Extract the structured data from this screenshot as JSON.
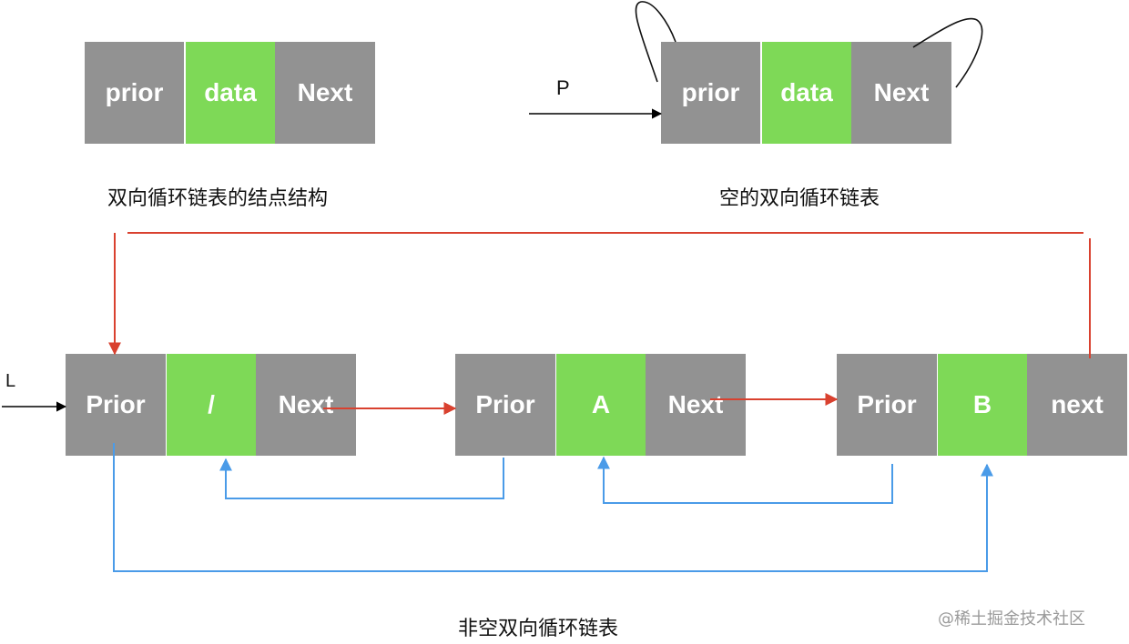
{
  "structure_diagram": {
    "cells": [
      "prior",
      "data",
      "Next"
    ],
    "caption": "双向循环链表的结点结构"
  },
  "empty_list_diagram": {
    "pointer_label": "P",
    "cells": [
      "prior",
      "data",
      "Next"
    ],
    "caption": "空的双向循环链表"
  },
  "nonempty_list_diagram": {
    "pointer_label": "L",
    "nodes": [
      {
        "prior": "Prior",
        "data": "/",
        "next": "Next"
      },
      {
        "prior": "Prior",
        "data": "A",
        "next": "Next"
      },
      {
        "prior": "Prior",
        "data": "B",
        "next": "next"
      }
    ],
    "caption": "非空双向循环链表"
  },
  "colors": {
    "gray_cell": "#929292",
    "green_cell": "#7ed957",
    "next_arrow": "#d9412f",
    "prior_arrow": "#4a9be8"
  },
  "watermark": "@稀土掘金技术社区"
}
